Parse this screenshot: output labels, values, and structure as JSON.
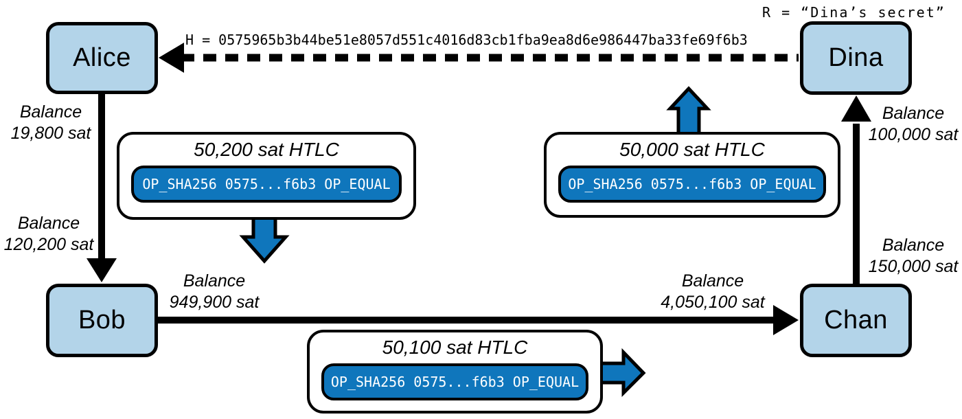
{
  "annotations": {
    "secret": "R = “Dina’s secret”",
    "hash": "H = 0575965b3b44be51e8057d551c4016d83cb1fba9ea8d6e986447ba33fe69f6b3"
  },
  "nodes": {
    "alice": {
      "label": "Alice"
    },
    "bob": {
      "label": "Bob"
    },
    "chan": {
      "label": "Chan"
    },
    "dina": {
      "label": "Dina"
    }
  },
  "balances": {
    "alice_bob_top": {
      "title": "Balance",
      "value": "19,800 sat"
    },
    "alice_bob_bottom": {
      "title": "Balance",
      "value": "120,200 sat"
    },
    "bob_chan_left": {
      "title": "Balance",
      "value": "949,900 sat"
    },
    "bob_chan_right": {
      "title": "Balance",
      "value": "4,050,100 sat"
    },
    "chan_dina_top": {
      "title": "Balance",
      "value": "100,000 sat"
    },
    "chan_dina_bottom": {
      "title": "Balance",
      "value": "150,000 sat"
    }
  },
  "htlcs": {
    "alice_bob": {
      "title": "50,200 sat HTLC",
      "script": "OP_SHA256 0575...f6b3 OP_EQUAL"
    },
    "chan_dina": {
      "title": "50,000 sat HTLC",
      "script": "OP_SHA256 0575...f6b3 OP_EQUAL"
    },
    "bob_chan": {
      "title": "50,100 sat HTLC",
      "script": "OP_SHA256 0575...f6b3 OP_EQUAL"
    }
  },
  "colors": {
    "node_fill": "#b3d4e9",
    "script_pill_blue": "#0f76bc",
    "htlc_arrow_blue": "#0f76bc",
    "outline": "#000000",
    "background": "#ffffff"
  }
}
